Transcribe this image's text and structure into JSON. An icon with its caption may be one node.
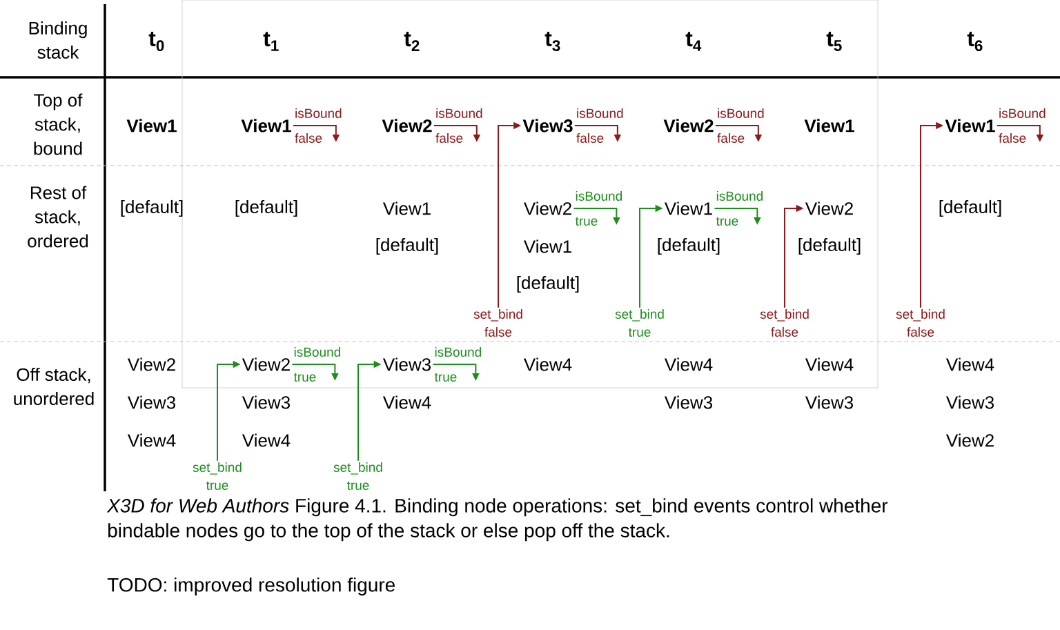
{
  "diagram": {
    "caption": "*X3D for Web Authors* Figure 4.1.  Binding node operations: set_bind events control whether bindable nodes go to the top of the stack or else pop off the stack.",
    "nodes": [
      {
        "text": [
          "View1"
        ]
      },
      {
        "text": [
          "[default]"
        ]
      },
      {
        "text": [
          "View2"
        ]
      },
      {
        "text": [
          "View3"
        ]
      },
      {
        "text": [
          "View4"
        ]
      },
      {
        "text": [
          "View1"
        ]
      },
      {
        "text": [
          "[default]"
        ]
      },
      {
        "text": [
          "View2"
        ]
      },
      {
        "text": [
          "View3"
        ]
      },
      {
        "text": [
          "View4"
        ]
      },
      {
        "text": [
          "set_bind true"
        ]
      },
      {
        "text": [
          "View2"
        ]
      },
      {
        "text": [
          "View1"
        ]
      },
      {
        "text": [
          "[default]"
        ]
      },
      {
        "text": [
          "View3"
        ]
      },
      {
        "text": [
          "View4"
        ]
      },
      {
        "text": [
          "set_bind true"
        ]
      },
      {
        "text": [
          "View3"
        ]
      },
      {
        "text": [
          "View2"
        ]
      },
      {
        "text": [
          "View1"
        ]
      },
      {
        "text": [
          "[default]"
        ]
      },
      {
        "text": [
          "set_bind false"
        ]
      },
      {
        "text": [
          "View4"
        ]
      },
      {
        "text": [
          "View2"
        ]
      },
      {
        "text": [
          "View1"
        ]
      },
      {
        "text": [
          "[default]"
        ]
      },
      {
        "text": [
          "set_bind true"
        ]
      },
      {
        "text": [
          "View4"
        ]
      },
      {
        "text": [
          "View3"
        ]
      },
      {
        "text": [
          "View1"
        ]
      },
      {
        "text": [
          "View2"
        ]
      },
      {
        "text": [
          "[default]"
        ]
      },
      {
        "text": [
          "set_bind false"
        ]
      },
      {
        "text": [
          "View4"
        ]
      },
      {
        "text": [
          "View3"
        ]
      },
      {
        "text": [
          "View1"
        ]
      },
      {
        "text": [
          "[default]"
        ]
      },
      {
        "text": [
          "set_bind false"
        ]
      },
      {
        "text": [
          "View4"
        ]
      },
      {
        "text": [
          "View3"
        ]
      },
      {
        "text": [
          "View2"
        ]
      }
    ],
    "edges": [
      {
        "from": 5,
        "to": null,
        "arrow": "to",
        "label": "isBound false",
        "color": "#8b1a1a"
      },
      {
        "from": 11,
        "to": null,
        "arrow": "to",
        "label": "isBound false",
        "color": "#8b1a1a"
      },
      {
        "from": 17,
        "to": null,
        "arrow": "to",
        "label": "isBound false",
        "color": "#8b1a1a"
      },
      {
        "from": 23,
        "to": null,
        "arrow": "to",
        "label": "isBound false",
        "color": "#8b1a1a"
      },
      {
        "from": 35,
        "to": null,
        "arrow": "to",
        "label": "isBound false",
        "color": "#8b1a1a"
      },
      {
        "from": 18,
        "to": null,
        "arrow": "to",
        "label": "isBound true",
        "color": "#1e8c1e"
      },
      {
        "from": 24,
        "to": null,
        "arrow": "to",
        "label": "isBound true",
        "color": "#1e8c1e"
      },
      {
        "from": 7,
        "to": null,
        "arrow": "to",
        "label": "isBound true",
        "color": "#1e8c1e"
      },
      {
        "from": 14,
        "to": null,
        "arrow": "to",
        "label": "isBound true",
        "color": "#1e8c1e"
      },
      {
        "from": 21,
        "to": 17,
        "arrow": "to",
        "color": "#8b1a1a"
      },
      {
        "from": 26,
        "to": 24,
        "arrow": "to",
        "color": "#1e8c1e"
      },
      {
        "from": 32,
        "to": 30,
        "arrow": "to",
        "color": "#8b1a1a"
      },
      {
        "from": 37,
        "to": 35,
        "arrow": "to",
        "color": "#8b1a1a"
      },
      {
        "from": 10,
        "to": 7,
        "arrow": "to",
        "color": "#1e8c1e"
      },
      {
        "from": 16,
        "to": 14,
        "arrow": "to",
        "color": "#1e8c1e"
      }
    ],
    "labels": [
      "Binding stack",
      "t$_{0}$",
      "t$_{1}$",
      "t$_{2}$",
      "t$_{3}$",
      "t$_{4}$",
      "t$_{5}$",
      "t$_{6}$",
      "Top of stack, bound",
      "Rest of stack, ordered",
      "Off stack, unordered",
      "TODO:  improved resolution figure"
    ]
  }
}
